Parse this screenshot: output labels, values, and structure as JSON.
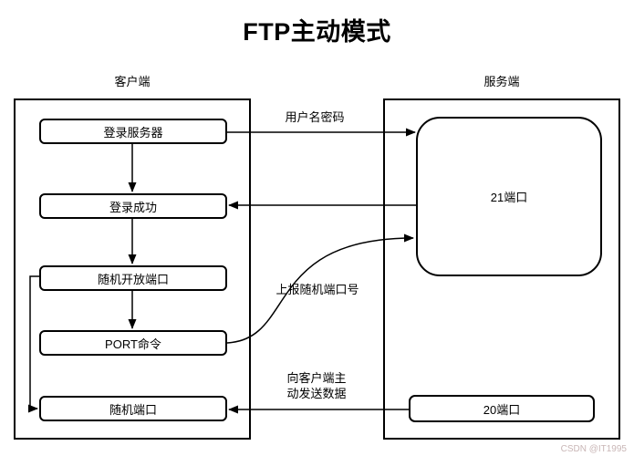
{
  "title": "FTP主动模式",
  "client": {
    "label": "客户端",
    "nodes": [
      {
        "label": "登录服务器"
      },
      {
        "label": "登录成功"
      },
      {
        "label": "随机开放端口"
      },
      {
        "label": "PORT命令"
      },
      {
        "label": "随机端口"
      }
    ]
  },
  "server": {
    "label": "服务端",
    "nodes": [
      {
        "label": "21端口"
      },
      {
        "label": "20端口"
      }
    ]
  },
  "edge_labels": {
    "username_password": "用户名密码",
    "report_random_port": "上报随机端口号",
    "send_data_to_client": "向客户端主\n动发送数据"
  },
  "watermark": "CSDN @IT1995",
  "colors": {
    "line": "#000000",
    "background": "#ffffff",
    "watermark": "#c9b6b6"
  }
}
